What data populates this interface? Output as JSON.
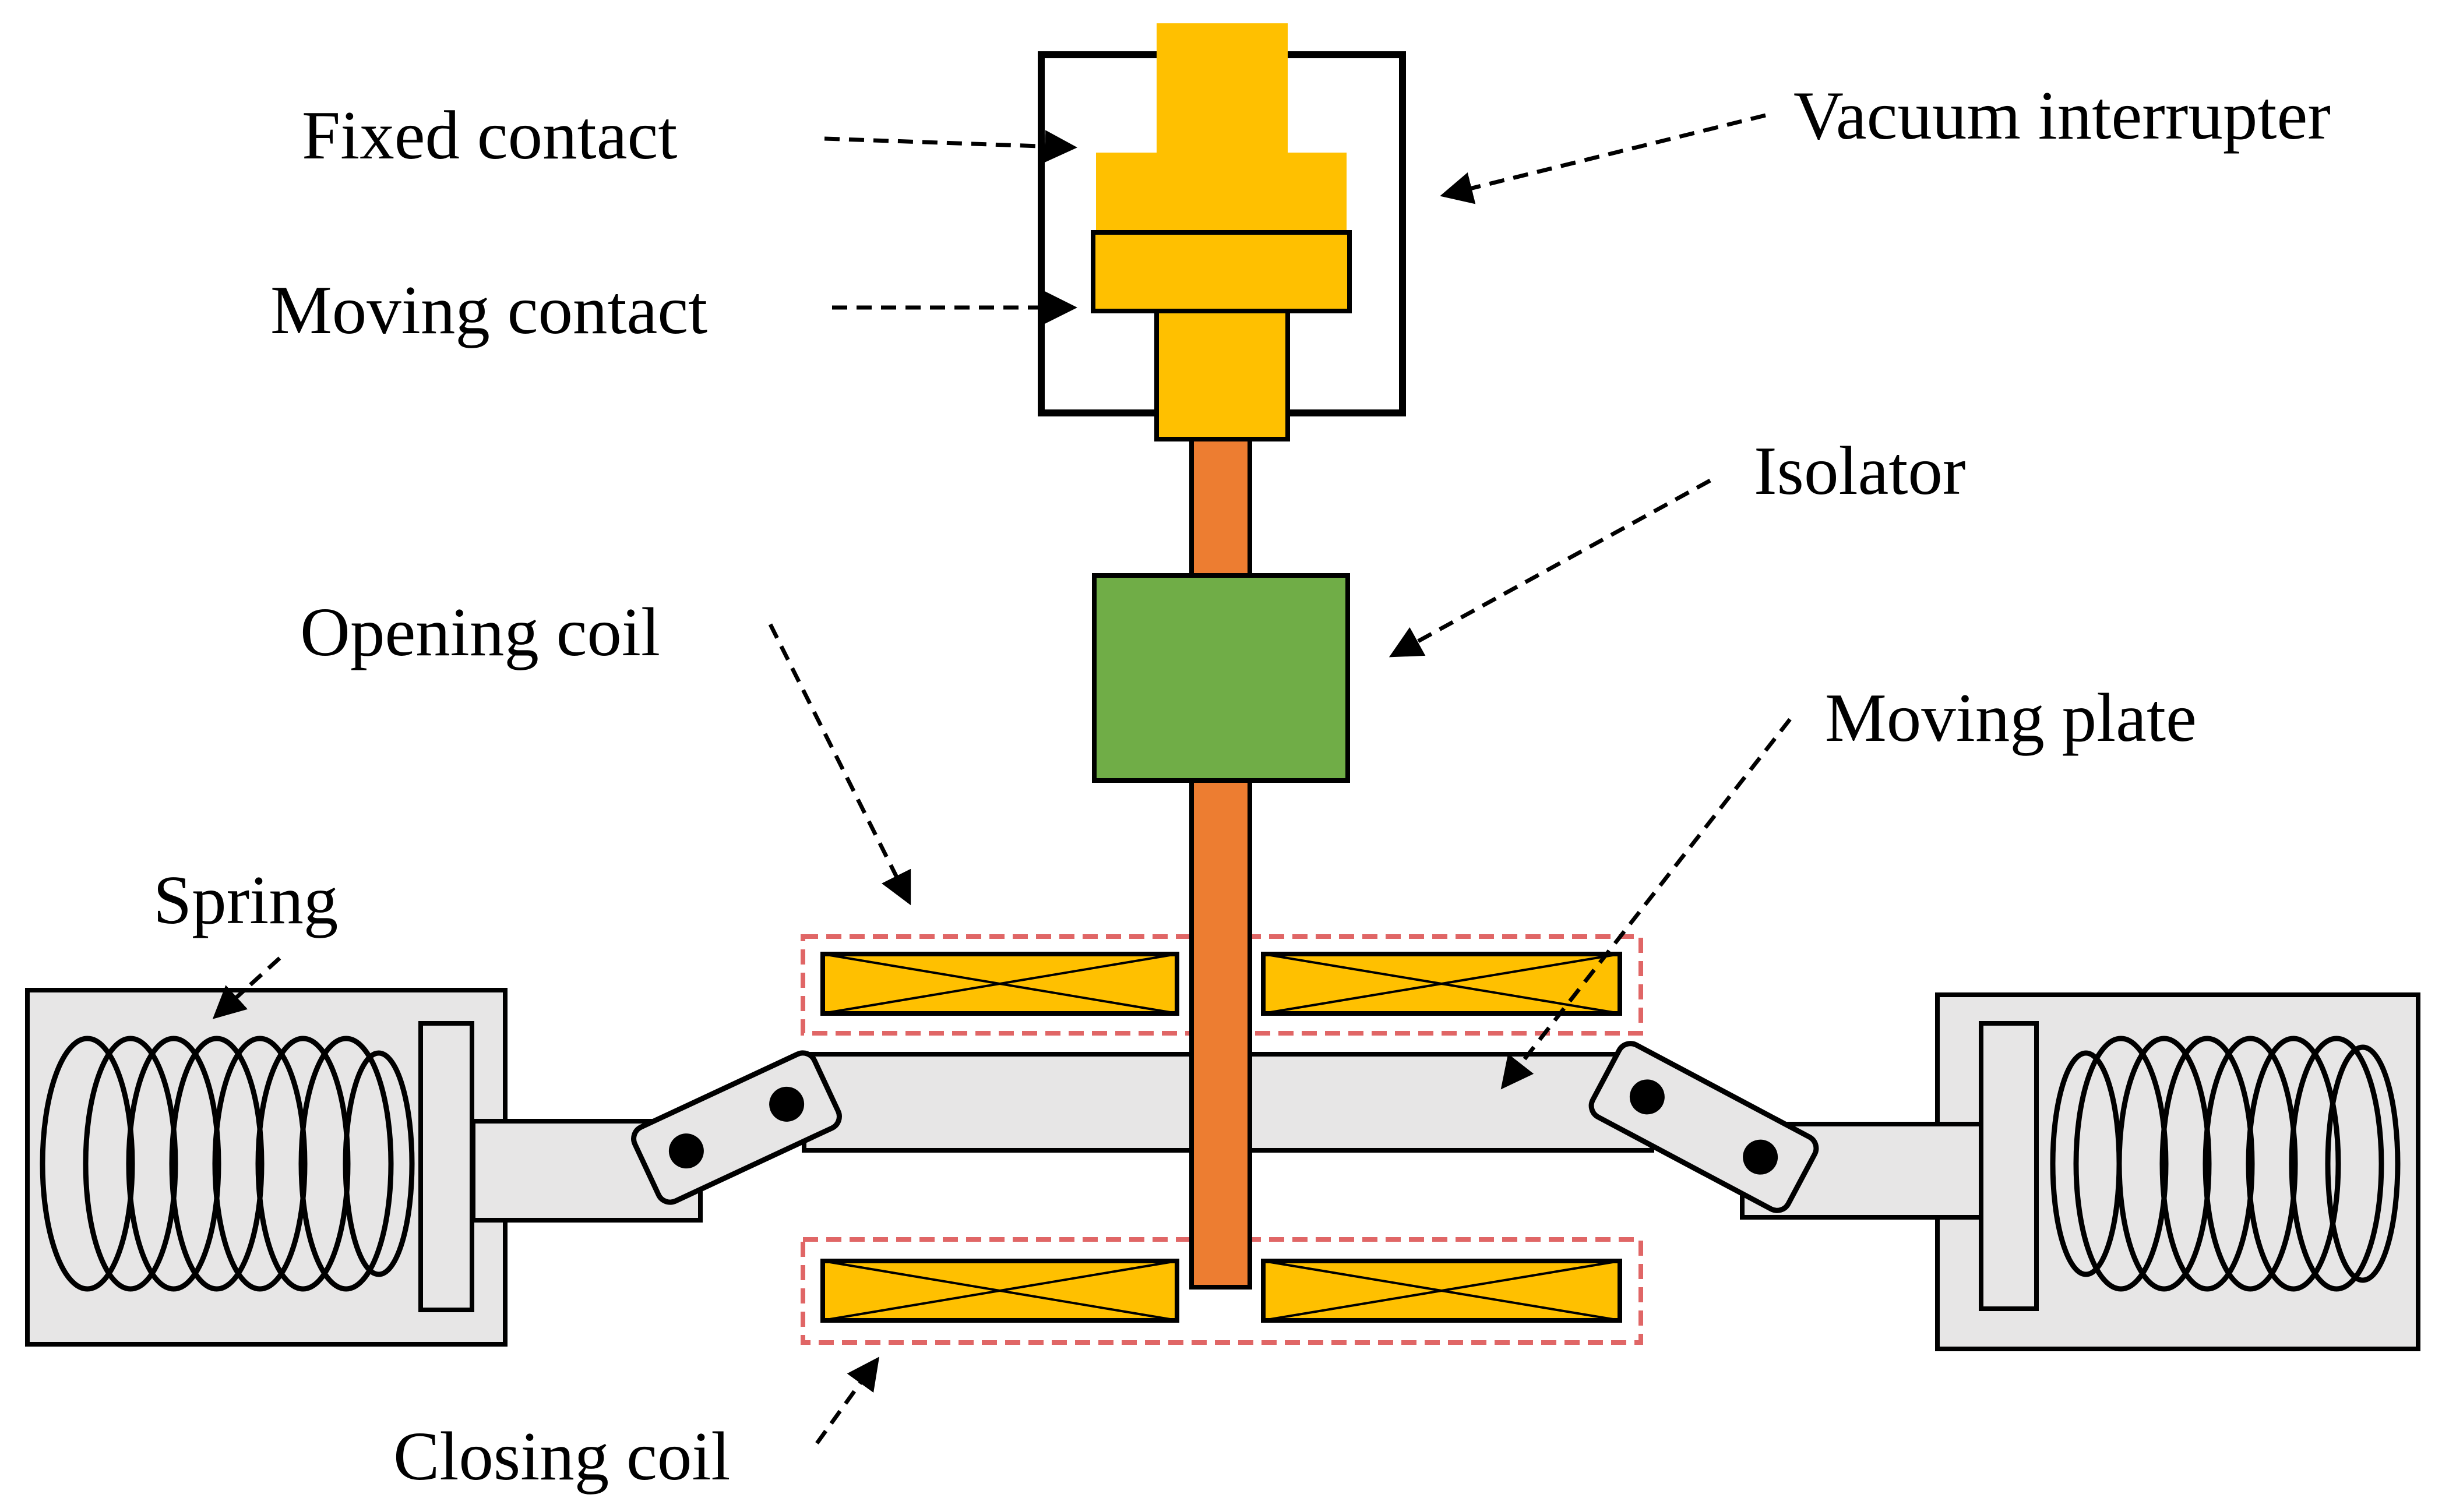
{
  "labels": {
    "fixed_contact": "Fixed contact",
    "moving_contact": "Moving contact",
    "vacuum_interrupter": "Vacuum interrupter",
    "isolator": "Isolator",
    "opening_coil": "Opening coil",
    "moving_plate": "Moving plate",
    "spring": "Spring",
    "closing_coil": "Closing coil"
  },
  "colors": {
    "contact": "#FFC000",
    "rod": "#ED7D31",
    "isolator": "#70AD47",
    "housing": "#E7E6E6",
    "coil_outline": "#E06666",
    "line": "#000000"
  }
}
